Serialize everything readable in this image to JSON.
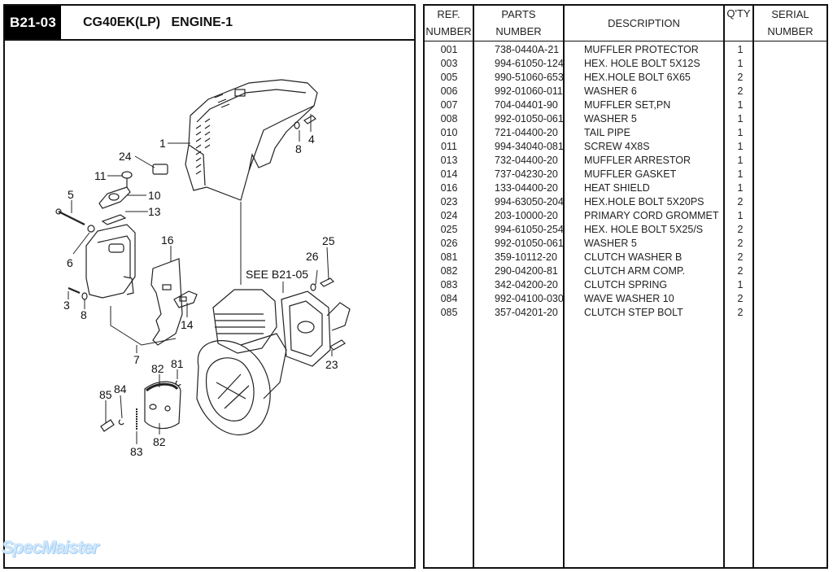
{
  "header": {
    "page_code": "B21-03",
    "title": "CG40EK(LP)   ENGINE-1"
  },
  "diagram": {
    "reference_note": "SEE B21-05",
    "callouts": [
      "1",
      "24",
      "11",
      "10",
      "5",
      "13",
      "6",
      "16",
      "3",
      "8",
      "7",
      "8",
      "4",
      "26",
      "25",
      "14",
      "23",
      "82",
      "81",
      "84",
      "85",
      "83",
      "82"
    ]
  },
  "watermark": "SpecMaister",
  "table": {
    "headers": {
      "ref": [
        "REF.",
        "NUMBER"
      ],
      "parts": [
        "PARTS",
        "NUMBER"
      ],
      "description": "DESCRIPTION",
      "qty": "Q'TY",
      "serial": [
        "SERIAL",
        "NUMBER"
      ]
    },
    "rows": [
      {
        "ref": "001",
        "part": "738-0440A-21",
        "desc": "MUFFLER PROTECTOR",
        "qty": "1",
        "serial": ""
      },
      {
        "ref": "003",
        "part": "994-61050-124",
        "desc": "HEX. HOLE BOLT 5X12S",
        "qty": "1",
        "serial": ""
      },
      {
        "ref": "005",
        "part": "990-51060-653",
        "desc": "HEX.HOLE BOLT 6X65",
        "qty": "2",
        "serial": ""
      },
      {
        "ref": "006",
        "part": "992-01060-011",
        "desc": "WASHER 6",
        "qty": "2",
        "serial": ""
      },
      {
        "ref": "007",
        "part": "704-04401-90",
        "desc": "MUFFLER SET,PN",
        "qty": "1",
        "serial": ""
      },
      {
        "ref": "008",
        "part": "992-01050-061",
        "desc": "WASHER 5",
        "qty": "1",
        "serial": ""
      },
      {
        "ref": "010",
        "part": "721-04400-20",
        "desc": "TAIL PIPE",
        "qty": "1",
        "serial": ""
      },
      {
        "ref": "011",
        "part": "994-34040-081",
        "desc": "SCREW 4X8S",
        "qty": "1",
        "serial": ""
      },
      {
        "ref": "013",
        "part": "732-04400-20",
        "desc": "MUFFLER ARRESTOR",
        "qty": "1",
        "serial": ""
      },
      {
        "ref": "014",
        "part": "737-04230-20",
        "desc": "MUFFLER GASKET",
        "qty": "1",
        "serial": ""
      },
      {
        "ref": "016",
        "part": "133-04400-20",
        "desc": "HEAT SHIELD",
        "qty": "1",
        "serial": ""
      },
      {
        "ref": "023",
        "part": "994-63050-204",
        "desc": "HEX.HOLE BOLT 5X20PS",
        "qty": "2",
        "serial": ""
      },
      {
        "ref": "024",
        "part": "203-10000-20",
        "desc": "PRIMARY CORD GROMMET",
        "qty": "1",
        "serial": ""
      },
      {
        "ref": "025",
        "part": "994-61050-254",
        "desc": "HEX. HOLE BOLT 5X25/S",
        "qty": "2",
        "serial": ""
      },
      {
        "ref": "026",
        "part": "992-01050-061",
        "desc": "WASHER 5",
        "qty": "2",
        "serial": ""
      },
      {
        "ref": "081",
        "part": "359-10112-20",
        "desc": "CLUTCH WASHER B",
        "qty": "2",
        "serial": ""
      },
      {
        "ref": "082",
        "part": "290-04200-81",
        "desc": "CLUTCH ARM COMP.",
        "qty": "2",
        "serial": ""
      },
      {
        "ref": "083",
        "part": "342-04200-20",
        "desc": "CLUTCH SPRING",
        "qty": "1",
        "serial": ""
      },
      {
        "ref": "084",
        "part": "992-04100-030",
        "desc": "WAVE WASHER 10",
        "qty": "2",
        "serial": ""
      },
      {
        "ref": "085",
        "part": "357-04201-20",
        "desc": "CLUTCH STEP BOLT",
        "qty": "2",
        "serial": ""
      }
    ]
  }
}
